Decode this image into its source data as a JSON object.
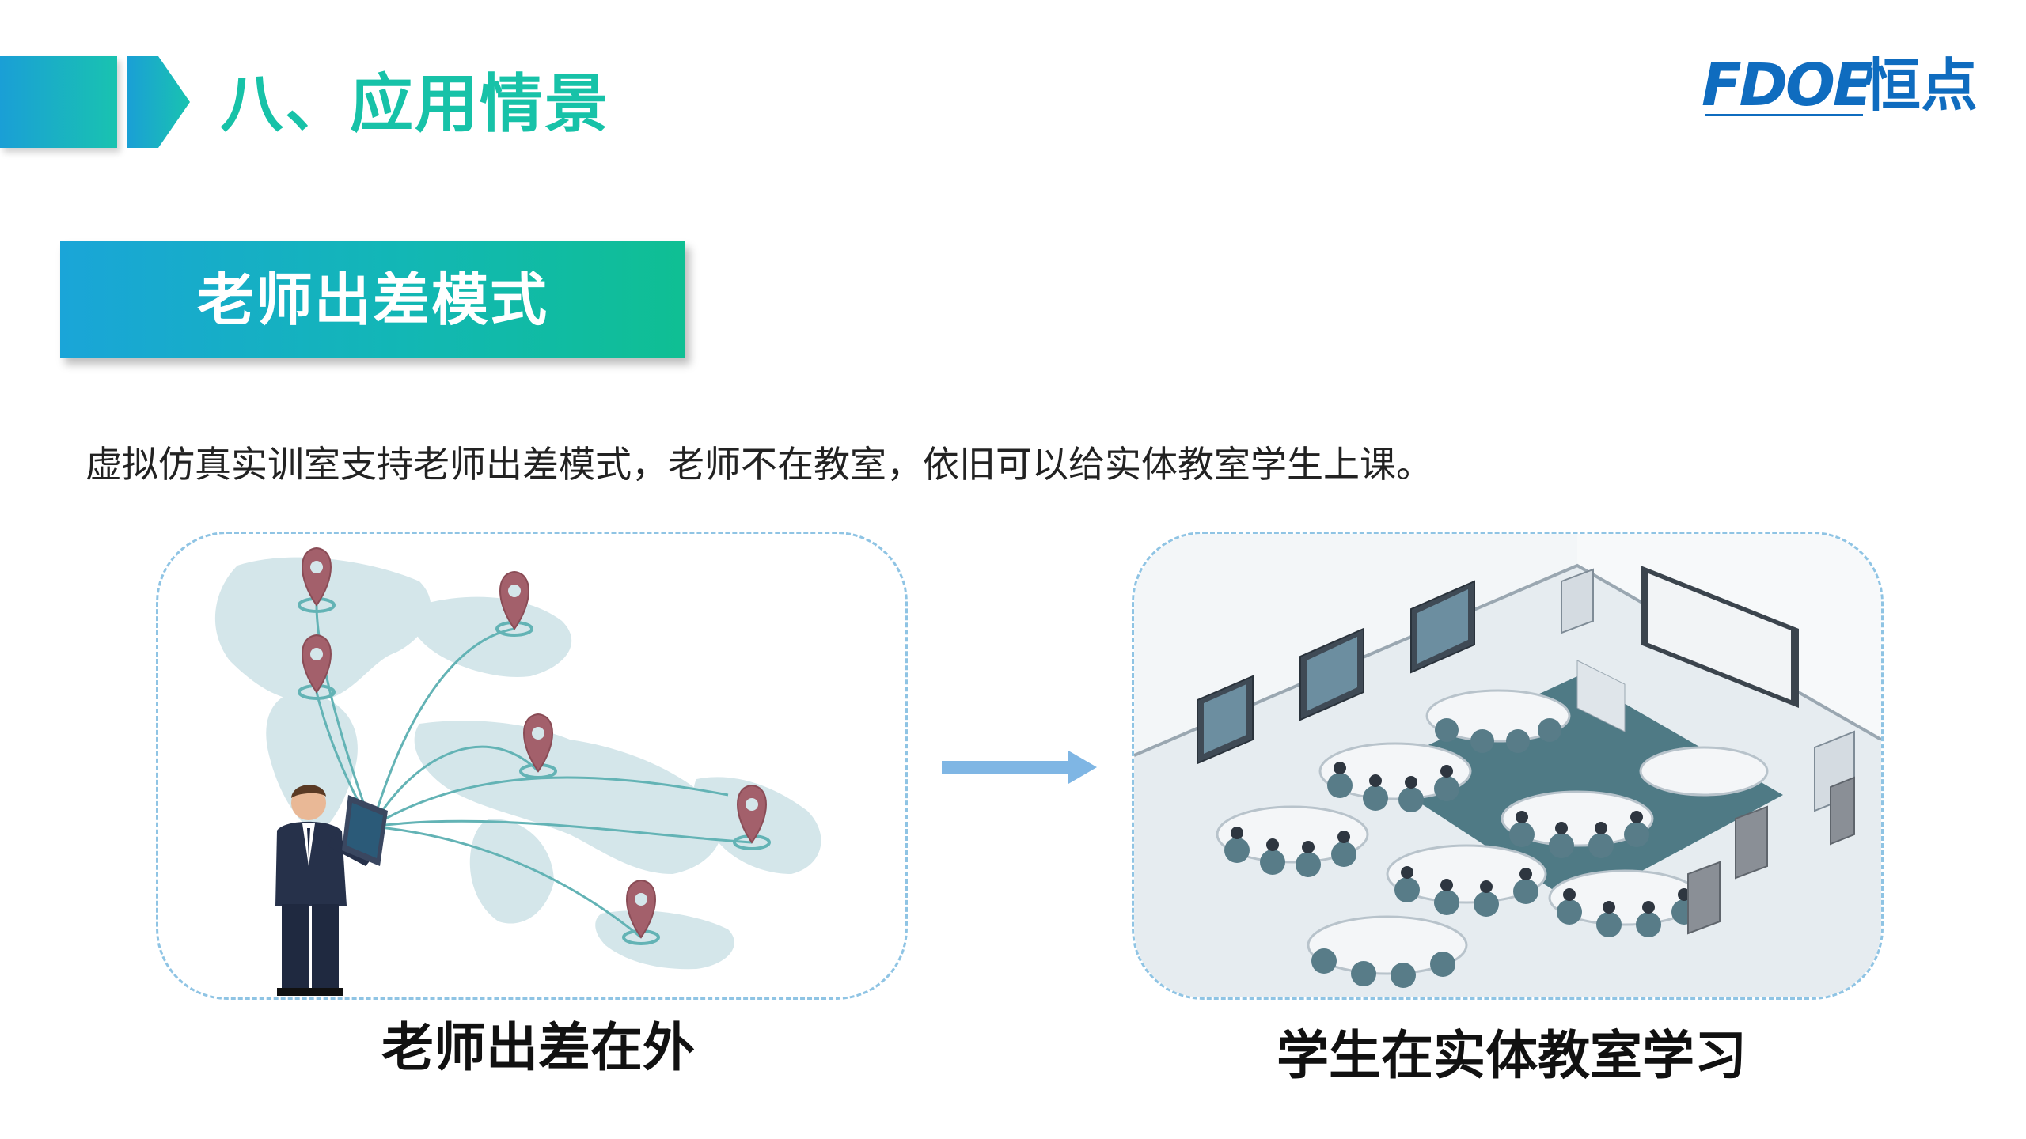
{
  "header": {
    "title": "八、应用情景"
  },
  "logo": {
    "latin": "FDOE",
    "chinese": "恒点"
  },
  "section": {
    "tag": "老师出差模式"
  },
  "description": "虚拟仿真实训室支持老师出差模式，老师不在教室，依旧可以给实体教室学生上课。",
  "captions": {
    "left": "老师出差在外",
    "right": "学生在实体教室学习"
  },
  "colors": {
    "accent_teal": "#17c2a8",
    "accent_blue": "#1a9fd6",
    "logo_blue": "#0f6cbf",
    "pin": "#a3606b",
    "arrow": "#7fb6e4"
  },
  "icons": {
    "left_image": "world-map-teacher-illustration",
    "right_image": "isometric-classroom-illustration",
    "arrow": "right-arrow-icon"
  }
}
